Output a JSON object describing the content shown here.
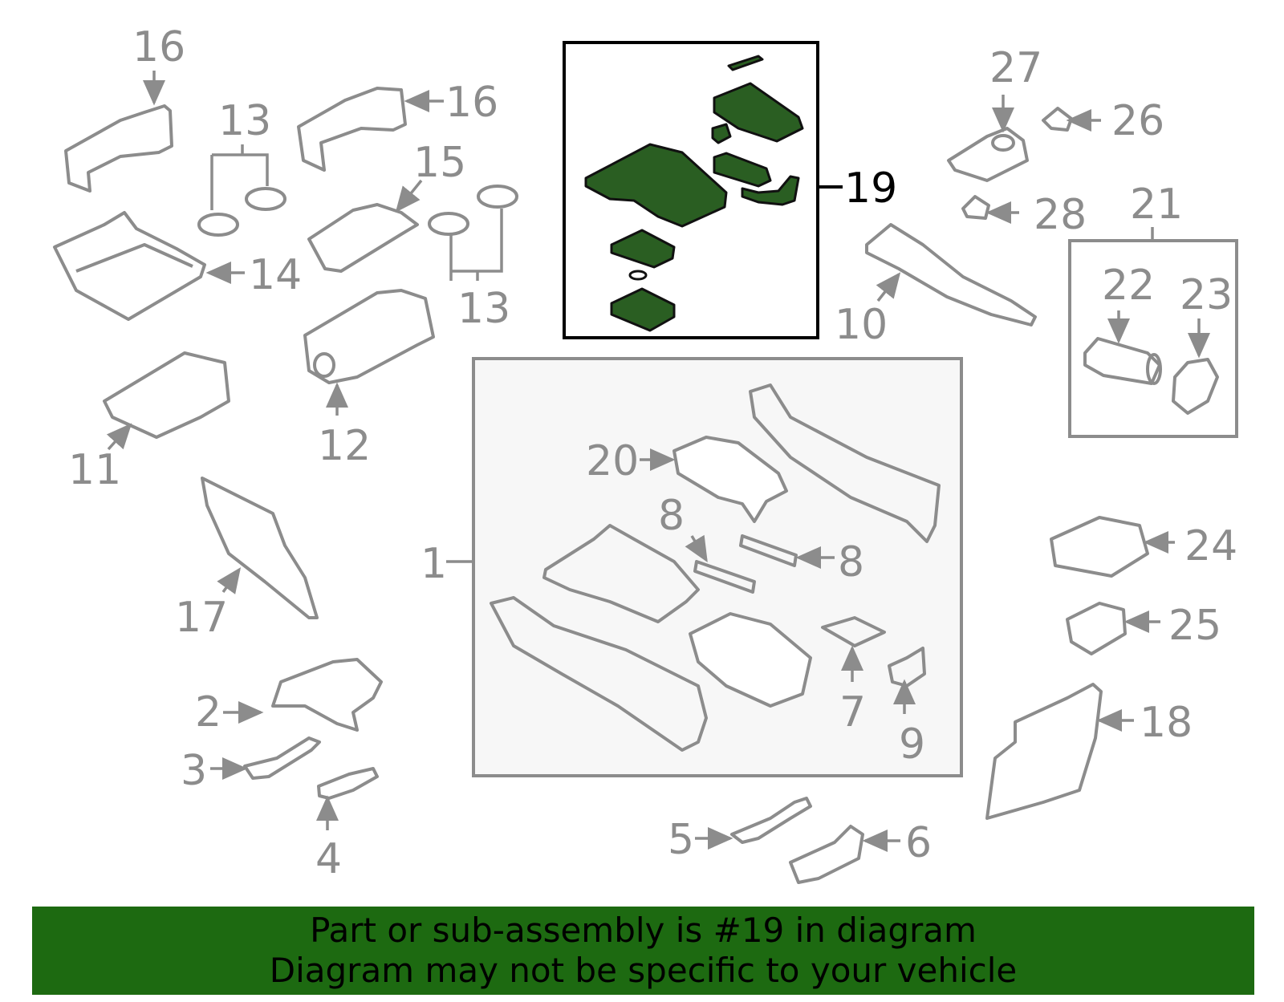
{
  "banner": {
    "line1": "Part or sub-assembly is #19 in diagram",
    "line2": "Diagram may not be specific to your vehicle",
    "background": "#1d6a11"
  },
  "highlight": {
    "part_number": "19",
    "color": "#2a5e22"
  },
  "callouts": {
    "c1": "1",
    "c2": "2",
    "c3": "3",
    "c4": "4",
    "c5": "5",
    "c6": "6",
    "c7": "7",
    "c8a": "8",
    "c8b": "8",
    "c9": "9",
    "c10": "10",
    "c11": "11",
    "c12": "12",
    "c13a": "13",
    "c13b": "13",
    "c14": "14",
    "c15": "15",
    "c16a": "16",
    "c16b": "16",
    "c17": "17",
    "c18": "18",
    "c19": "19",
    "c20": "20",
    "c21": "21",
    "c22": "22",
    "c23": "23",
    "c24": "24",
    "c25": "25",
    "c26": "26",
    "c27": "27",
    "c28": "28"
  }
}
